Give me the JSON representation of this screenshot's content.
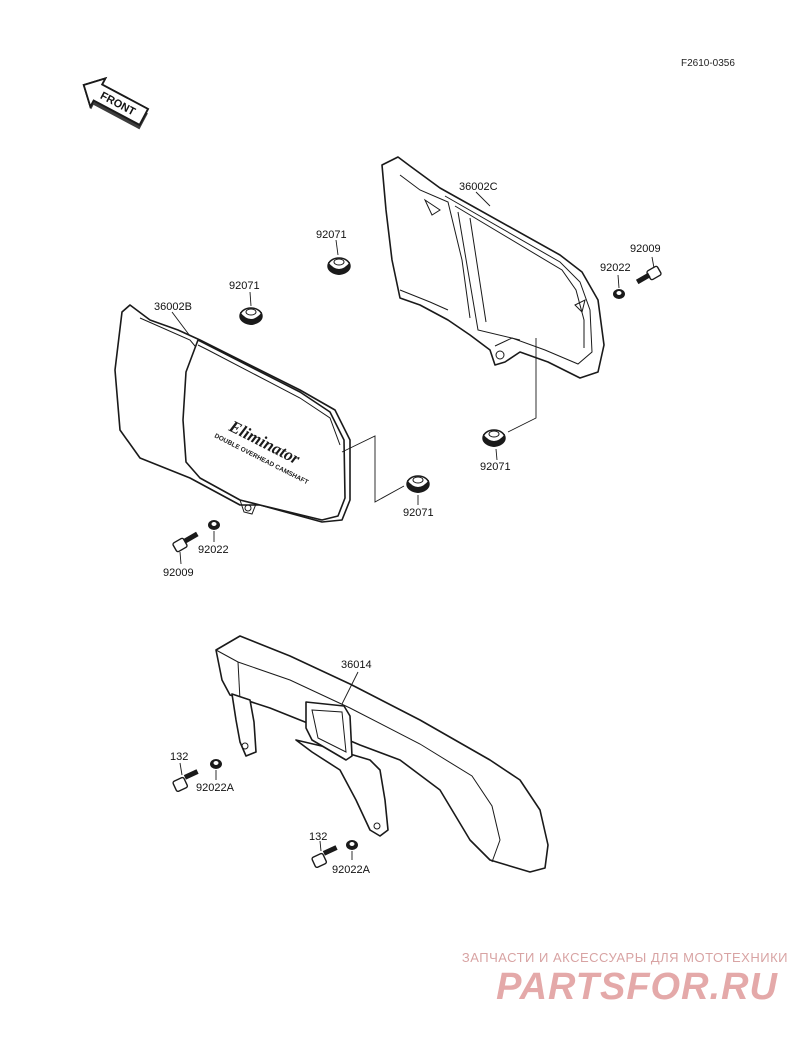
{
  "diagram": {
    "reference_code": "F2610-0356",
    "front_label": "FRONT",
    "cover_logo": "Eliminator",
    "cover_logo_subtext": "DOUBLE OVERHEAD CAMSHAFT",
    "callouts": {
      "left_cover": "36002B",
      "right_cover": "36002C",
      "chain_cover": "36014",
      "grommet_top": "92071",
      "grommet_left_top": "92071",
      "grommet_left_bottom": "92071",
      "grommet_right_bottom": "92071",
      "bolt_left": "92009",
      "washer_left": "92022",
      "bolt_right": "92009",
      "washer_right": "92022",
      "bolt_chain_1": "132",
      "washer_chain_1": "92022A",
      "bolt_chain_2": "132",
      "washer_chain_2": "92022A"
    }
  },
  "watermark": {
    "line1": "ЗАПЧАСТИ И АКСЕССУАРЫ ДЛЯ МОТОТЕХНИКИ",
    "line2": "PARTSFOR.RU"
  }
}
